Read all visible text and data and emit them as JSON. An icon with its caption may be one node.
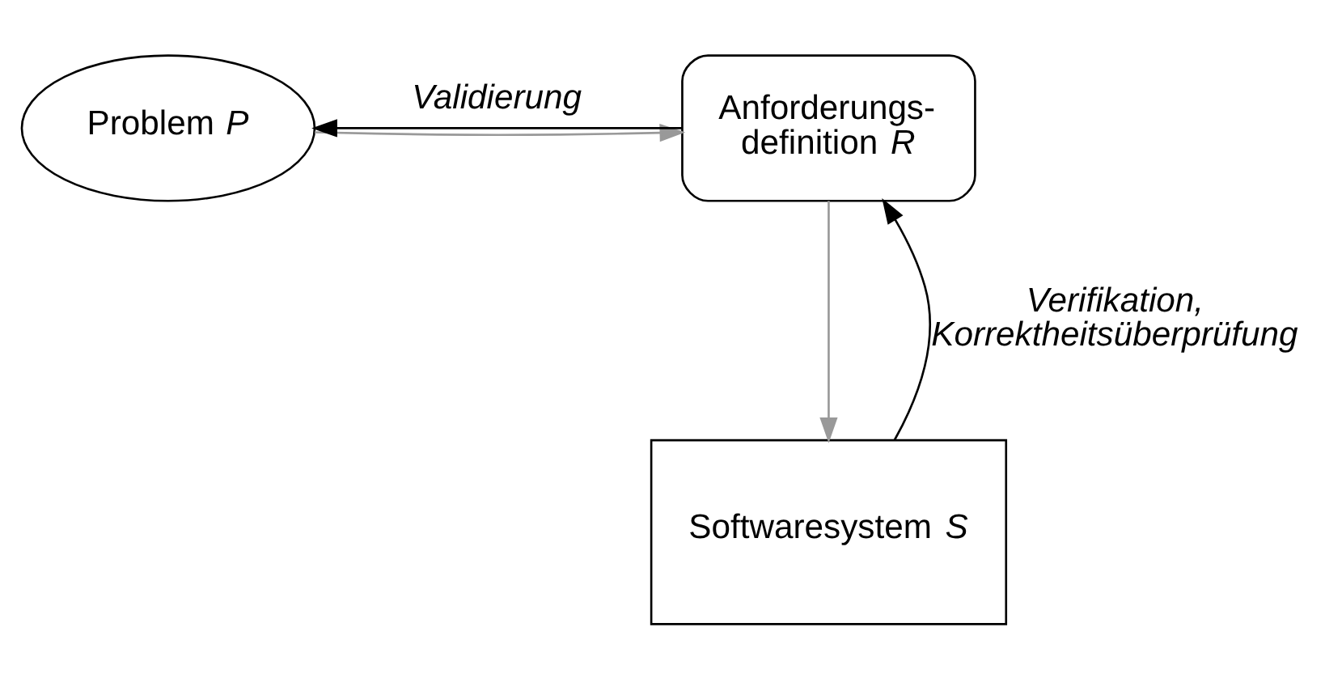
{
  "diagram": {
    "nodes": [
      {
        "text": [
          "Problem *P*"
        ]
      },
      {
        "text": [
          "Anforderungs- definition *R*"
        ]
      },
      {
        "text": [
          "Softwaresystem *S*"
        ]
      }
    ],
    "edges": [
      {
        "from": 0,
        "to": 1,
        "arrow": "to",
        "color": "#999999"
      },
      {
        "from": 1,
        "to": 0,
        "arrow": "to",
        "label": "Validierung",
        "color": "#000000"
      },
      {
        "from": 1,
        "to": 2,
        "arrow": "to",
        "color": "#999999"
      },
      {
        "from": 2,
        "to": 1,
        "arrow": "to",
        "label": "Verifikation, Korrektheitsüberprüfung",
        "color": "#000000"
      }
    ]
  }
}
